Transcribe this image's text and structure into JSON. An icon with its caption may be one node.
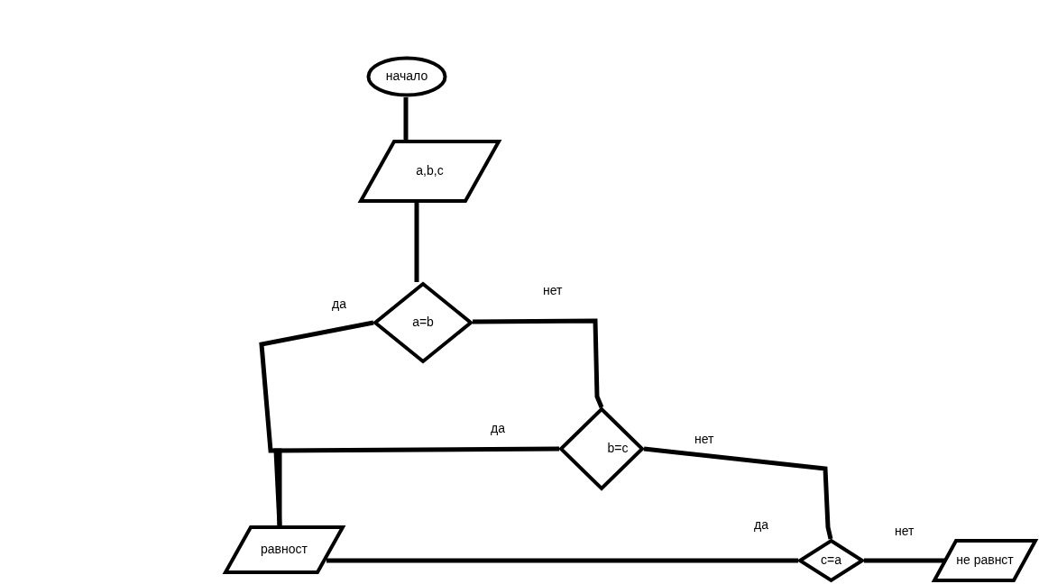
{
  "diagram": {
    "nodes": [
      {
        "text": [
          "начало"
        ]
      },
      {
        "text": [
          "a,b,c"
        ]
      },
      {
        "text": [
          "a=b"
        ]
      },
      {
        "text": [
          "b=c"
        ]
      },
      {
        "text": [
          "равност"
        ]
      },
      {
        "text": [
          "c=a"
        ]
      },
      {
        "text": [
          "не равнст"
        ]
      }
    ],
    "edges": [
      {
        "from": 0,
        "to": 1,
        "arrow": "none"
      },
      {
        "from": 1,
        "to": 2,
        "arrow": "none"
      },
      {
        "from": 2,
        "to": 4,
        "arrow": "none",
        "label": "да"
      },
      {
        "from": 2,
        "to": 3,
        "arrow": "none",
        "label": "нет"
      },
      {
        "from": 3,
        "to": 4,
        "arrow": "none",
        "label": "да"
      },
      {
        "from": 3,
        "to": 5,
        "arrow": "none",
        "label": "нет"
      },
      {
        "from": 5,
        "to": 4,
        "arrow": "none",
        "label": "да"
      },
      {
        "from": 5,
        "to": 6,
        "arrow": "none",
        "label": "нет"
      }
    ]
  }
}
